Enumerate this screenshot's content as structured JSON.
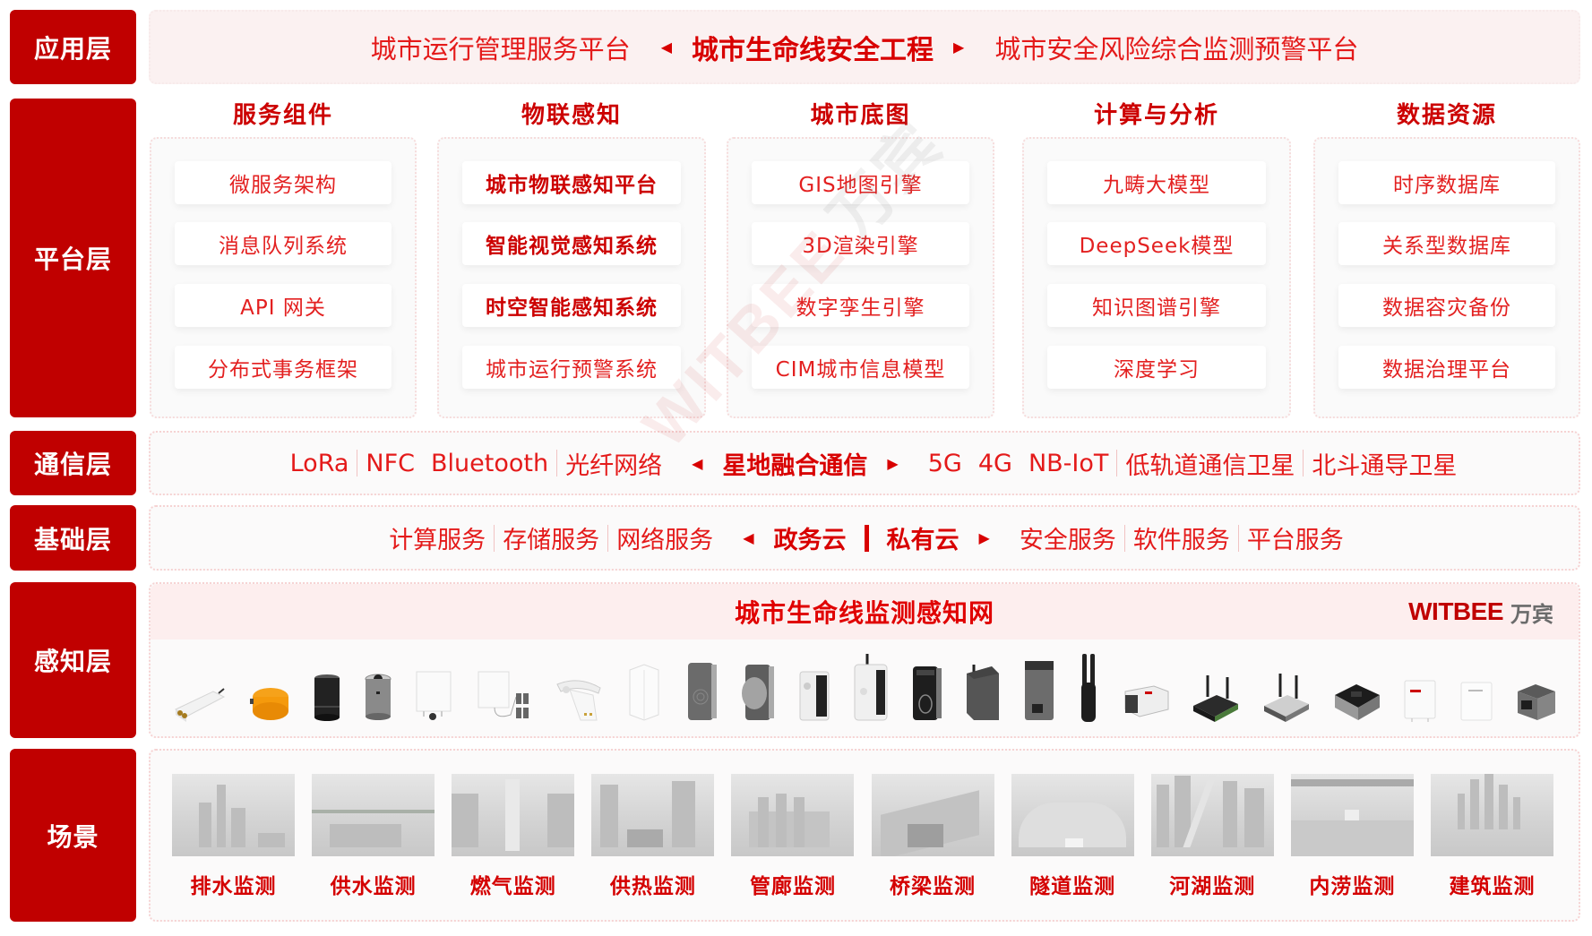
{
  "layers": {
    "application": "应用层",
    "platform": "平台层",
    "communication": "通信层",
    "infrastructure": "基础层",
    "perception": "感知层",
    "scenarios": "场景"
  },
  "application": {
    "left": "城市运行管理服务平台",
    "center": "城市生命线安全工程",
    "right": "城市安全风险综合监测预警平台"
  },
  "platform": {
    "columns": [
      {
        "title": "服务组件",
        "items": [
          "微服务架构",
          "消息队列系统",
          "API 网关",
          "分布式事务框架"
        ],
        "bold": [
          false,
          false,
          false,
          false
        ]
      },
      {
        "title": "物联感知",
        "items": [
          "城市物联感知平台",
          "智能视觉感知系统",
          "时空智能感知系统",
          "城市运行预警系统"
        ],
        "bold": [
          true,
          true,
          true,
          false
        ]
      },
      {
        "title": "城市底图",
        "items": [
          "GIS地图引擎",
          "3D渲染引擎",
          "数字孪生引擎",
          "CIM城市信息模型"
        ],
        "bold": [
          false,
          false,
          false,
          false
        ]
      },
      {
        "title": "计算与分析",
        "items": [
          "九畴大模型",
          "DeepSeek模型",
          "知识图谱引擎",
          "深度学习"
        ],
        "bold": [
          false,
          false,
          false,
          false
        ]
      },
      {
        "title": "数据资源",
        "items": [
          "时序数据库",
          "关系型数据库",
          "数据容灾备份",
          "数据治理平台"
        ],
        "bold": [
          false,
          false,
          false,
          false
        ]
      }
    ]
  },
  "communication": {
    "left": [
      "LoRa",
      "NFC",
      "Bluetooth",
      "光纤网络"
    ],
    "center": "星地融合通信",
    "right": [
      "5G",
      "4G",
      "NB-IoT",
      "低轨道通信卫星",
      "北斗通导卫星"
    ]
  },
  "infrastructure": {
    "left": [
      "计算服务",
      "存储服务",
      "网络服务"
    ],
    "center": [
      "政务云",
      "私有云"
    ],
    "right": [
      "安全服务",
      "软件服务",
      "平台服务"
    ]
  },
  "perception": {
    "title": "城市生命线监测感知网",
    "logo_en": "WITBEE",
    "logo_cn": "万宾",
    "devices": [
      "lidar-sensor",
      "orange-manhole-sensor",
      "black-cylinder-sensor",
      "steel-cylinder-sensor",
      "white-box-probe",
      "white-box-multi-probe",
      "wall-mount-sensor",
      "white-tower-sensor",
      "gray-ring-sensor",
      "gray-disc-sensor",
      "white-black-sensor",
      "white-antenna-sensor",
      "black-ring-sensor",
      "dark-gray-antenna-unit",
      "gray-tall-unit",
      "antenna",
      "bullet-camera",
      "black-router",
      "gray-router",
      "black-gateway-box",
      "white-panel-logo",
      "white-panel",
      "gray-cube-unit"
    ]
  },
  "scenarios": [
    "排水监测",
    "供水监测",
    "燃气监测",
    "供热监测",
    "管廊监测",
    "桥梁监测",
    "隧道监测",
    "河湖监测",
    "内涝监测",
    "建筑监测"
  ],
  "watermark": {
    "en": "WITBEE",
    "cn": "万宾"
  },
  "colors": {
    "primary": "#c00000",
    "text_red": "#e41a1a",
    "accent": "#d80000",
    "app_bg": "#fbf1f1",
    "panel_bg": "#fbfafa"
  }
}
